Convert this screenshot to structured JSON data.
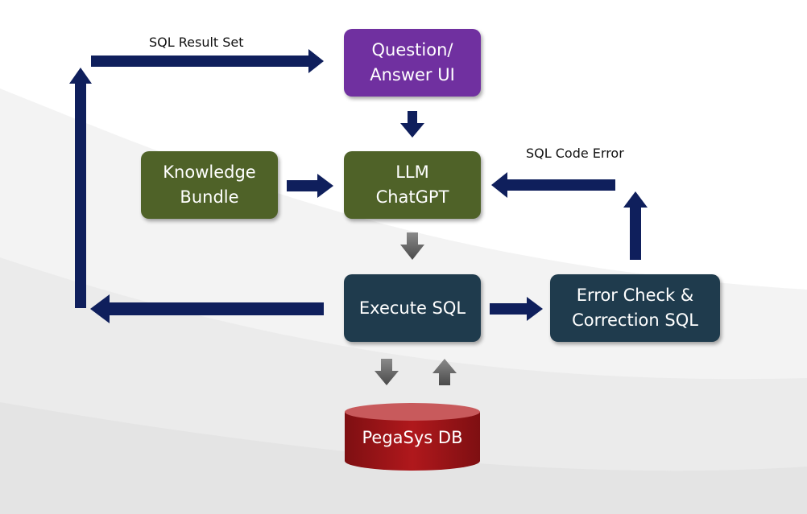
{
  "nodes": {
    "qa_ui": {
      "line1": "Question/",
      "line2": "Answer UI"
    },
    "llm": {
      "line1": "LLM",
      "line2": "ChatGPT"
    },
    "knowledge": {
      "line1": "Knowledge",
      "line2": "Bundle"
    },
    "execute": {
      "line1": "Execute SQL"
    },
    "error_check": {
      "line1": "Error Check &",
      "line2": "Correction SQL"
    },
    "db": {
      "label": "PegaSys DB"
    }
  },
  "edge_labels": {
    "result_set": "SQL Result Set",
    "code_error": "SQL Code Error"
  },
  "colors": {
    "qa_ui": "#7030a0",
    "knowledge": "#4f6228",
    "llm": "#4f6228",
    "execute": "#1f3b4d",
    "error_check": "#1f3b4d",
    "db": "#a01418",
    "arrow_primary": "#0f1f5c",
    "arrow_secondary": "#5f5f5f"
  }
}
